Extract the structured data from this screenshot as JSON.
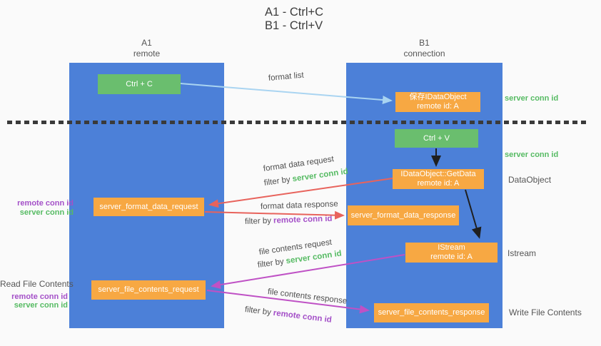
{
  "title": {
    "line1": "A1 - Ctrl+C",
    "line2": "B1 - Ctrl+V"
  },
  "lanes": {
    "a": {
      "name": "A1",
      "role": "remote"
    },
    "b": {
      "name": "B1",
      "role": "connection"
    }
  },
  "boxes": {
    "ctrl_c": "Ctrl + C",
    "ctrl_v": "Ctrl + V",
    "save_idataobject": {
      "line1": "保存IDataObject",
      "line2": "remote id: A"
    },
    "getdata": {
      "line1": "IDataObject::GetData",
      "line2": "remote id: A"
    },
    "istream": {
      "line1": "IStream",
      "line2": "remote id: A"
    },
    "format_request": "server_format_data_request",
    "format_response": "server_format_data_response",
    "file_request": "server_file_contents_request",
    "file_response": "server_file_contents_response"
  },
  "arrow_labels": {
    "format_list": "format list",
    "format_data_request": "format data request",
    "format_data_response": "format data response",
    "file_contents_request": "file contents request",
    "file_contents_response": "file contents response",
    "filter_by": "filter by",
    "server_conn_id": "server conn id",
    "remote_conn_id": "remote conn id"
  },
  "annotations": {
    "right_server_conn_id_top": "server conn id",
    "right_server_conn_id_mid": "server conn id",
    "dataobject": "DataObject",
    "istream": "Istream",
    "write_file_contents": "Write File Contents",
    "read_file_contents": "Read File Contents",
    "mid_left": {
      "remote": "remote conn id",
      "server": "server conn id"
    },
    "bottom_left": {
      "remote": "remote conn id",
      "server": "server conn id"
    }
  },
  "colors": {
    "lane_blue": "#4c80d8",
    "box_green": "#6abe6e",
    "box_orange": "#f7a843",
    "arrow_light_blue": "#a9d4f1",
    "arrow_red": "#e8635c",
    "arrow_magenta": "#bf51c5",
    "arrow_black": "#1f1f1f",
    "text_green": "#56bb63",
    "text_purple": "#a450c8",
    "text_gray": "#4f4f4f",
    "background": "#fafafa"
  }
}
